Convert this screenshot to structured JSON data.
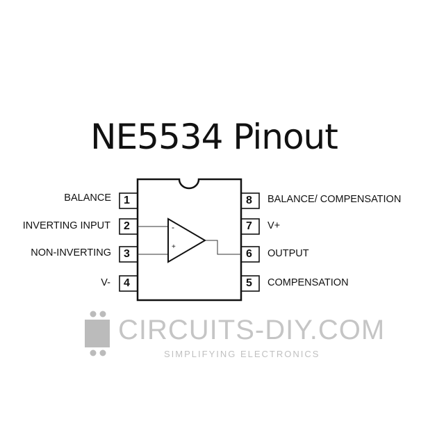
{
  "title": "NE5534 Pinout",
  "watermark": {
    "name": "CIRCUITS-DIY.COM",
    "tagline": "SIMPLIFYING ELECTRONICS"
  },
  "pins": [
    {
      "num": "1",
      "label": "BALANCE"
    },
    {
      "num": "2",
      "label": "INVERTING INPUT"
    },
    {
      "num": "3",
      "label": "NON-INVERTING"
    },
    {
      "num": "4",
      "label": "V-"
    },
    {
      "num": "5",
      "label": "COMPENSATION"
    },
    {
      "num": "6",
      "label": "OUTPUT"
    },
    {
      "num": "7",
      "label": "V+"
    },
    {
      "num": "8",
      "label": "BALANCE/ COMPENSATION"
    }
  ],
  "opamp": {
    "minus": "-",
    "plus": "+"
  }
}
